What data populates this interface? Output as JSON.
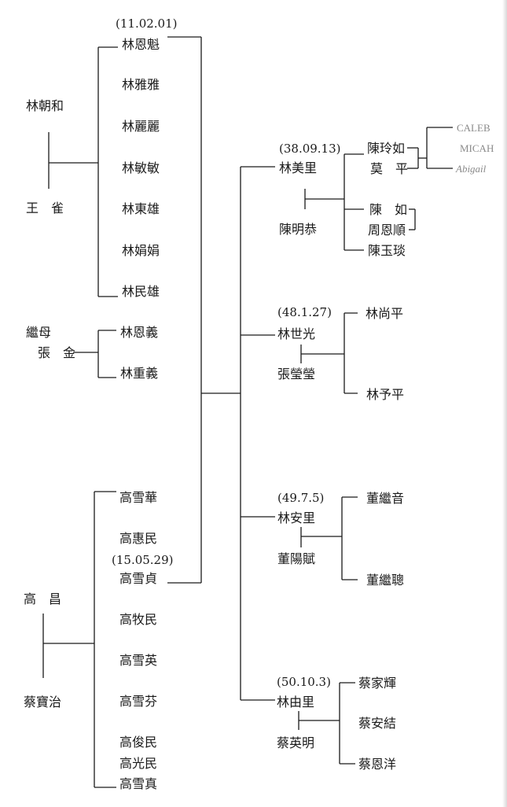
{
  "grandparents": {
    "lin_chaohe": "林朝和",
    "wang_que": "王　雀",
    "stepmother_title": "繼母",
    "stepmother_name": "張　金",
    "gao_chang": "高　昌",
    "cai_baozhi": "蔡寶治"
  },
  "lin_children": {
    "date": "(11.02.01)",
    "names": [
      "林恩魁",
      "林雅雅",
      "林麗麗",
      "林敏敏",
      "林東雄",
      "林娟娟",
      "林民雄"
    ]
  },
  "zhang_children": {
    "names": [
      "林恩義",
      "林重義"
    ]
  },
  "gao_children": {
    "date": "(15.05.29)",
    "names": [
      "高雪華",
      "高惠民",
      "高雪貞",
      "高牧民",
      "高雪英",
      "高雪芬",
      "高俊民",
      "高光民",
      "高雪真"
    ]
  },
  "couples": [
    {
      "date": "(38.09.13)",
      "child": "林美里",
      "spouse": "陳明恭"
    },
    {
      "date": "(48.1.27)",
      "child": "林世光",
      "spouse": "張瑩瑩"
    },
    {
      "date": "(49.7.5)",
      "child": "林安里",
      "spouse": "董陽賦"
    },
    {
      "date": "(50.10.3)",
      "child": "林由里",
      "spouse": "蔡英明"
    }
  ],
  "grandchildren": {
    "meili": [
      "陳玲如",
      "莫　平",
      "陳　如",
      "周恩順",
      "陳玉琰"
    ],
    "shiguang": [
      "林尚平",
      "林予平"
    ],
    "anli": [
      "董繼音",
      "董繼聰"
    ],
    "youli": [
      "蔡家輝",
      "蔡安結",
      "蔡恩洋"
    ]
  },
  "great_grandchildren": [
    "CALEB",
    "MICAH",
    "Abigail"
  ]
}
